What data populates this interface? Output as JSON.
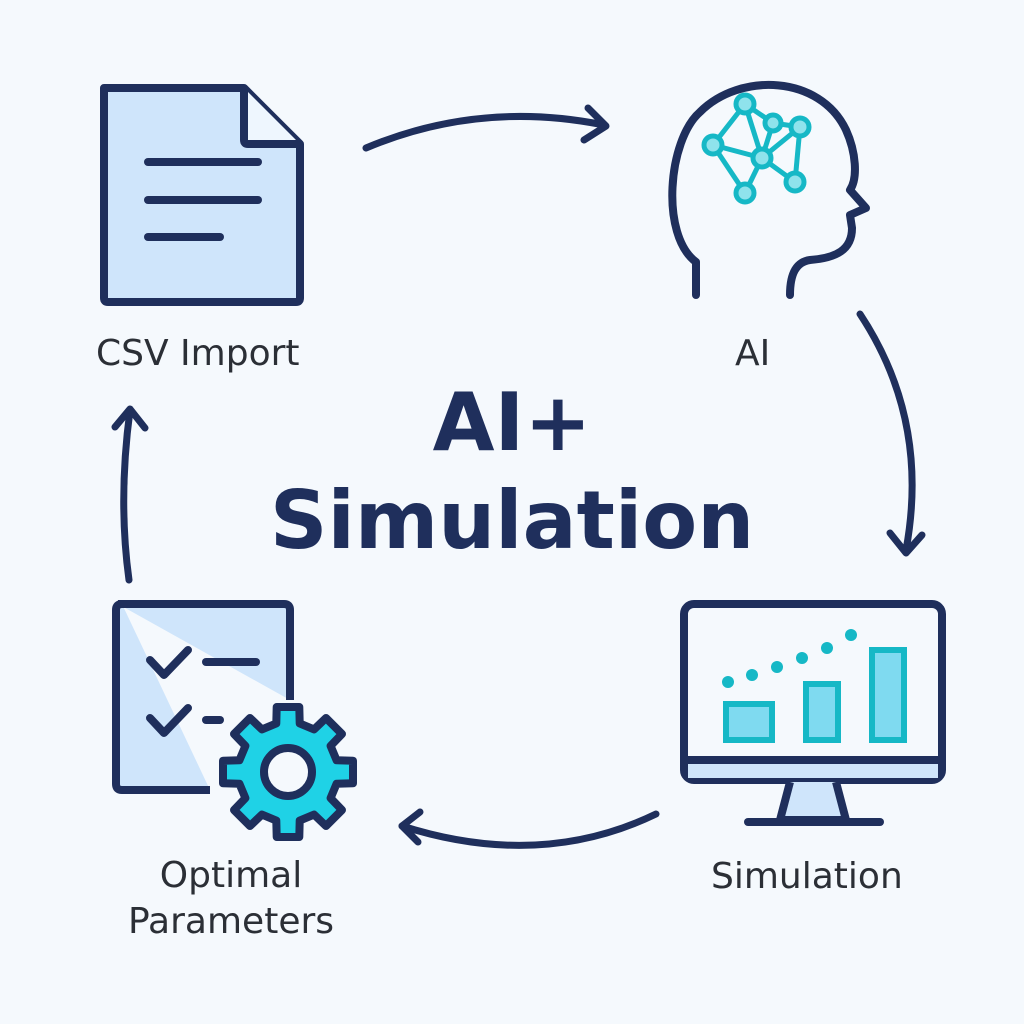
{
  "title": {
    "line1": "AI+",
    "line2": "Simulation"
  },
  "nodes": {
    "csv_import": {
      "label": "CSV Import",
      "icon": "document-icon"
    },
    "ai": {
      "label": "AI",
      "icon": "head-neural-network-icon"
    },
    "simulation": {
      "label": "Simulation",
      "icon": "monitor-bar-chart-icon"
    },
    "optimal_parameters": {
      "line1": "Optimal",
      "line2": "Parameters",
      "icon": "checklist-gear-icon"
    }
  },
  "cycle_order": [
    "CSV Import",
    "AI",
    "Simulation",
    "Optimal Parameters"
  ],
  "colors": {
    "outline": "#1f2f5c",
    "fill_light": "#cfe5fb",
    "accent_teal": "#16b8c6",
    "accent_cyan": "#1fd2e6",
    "background": "#f5f9fd"
  }
}
